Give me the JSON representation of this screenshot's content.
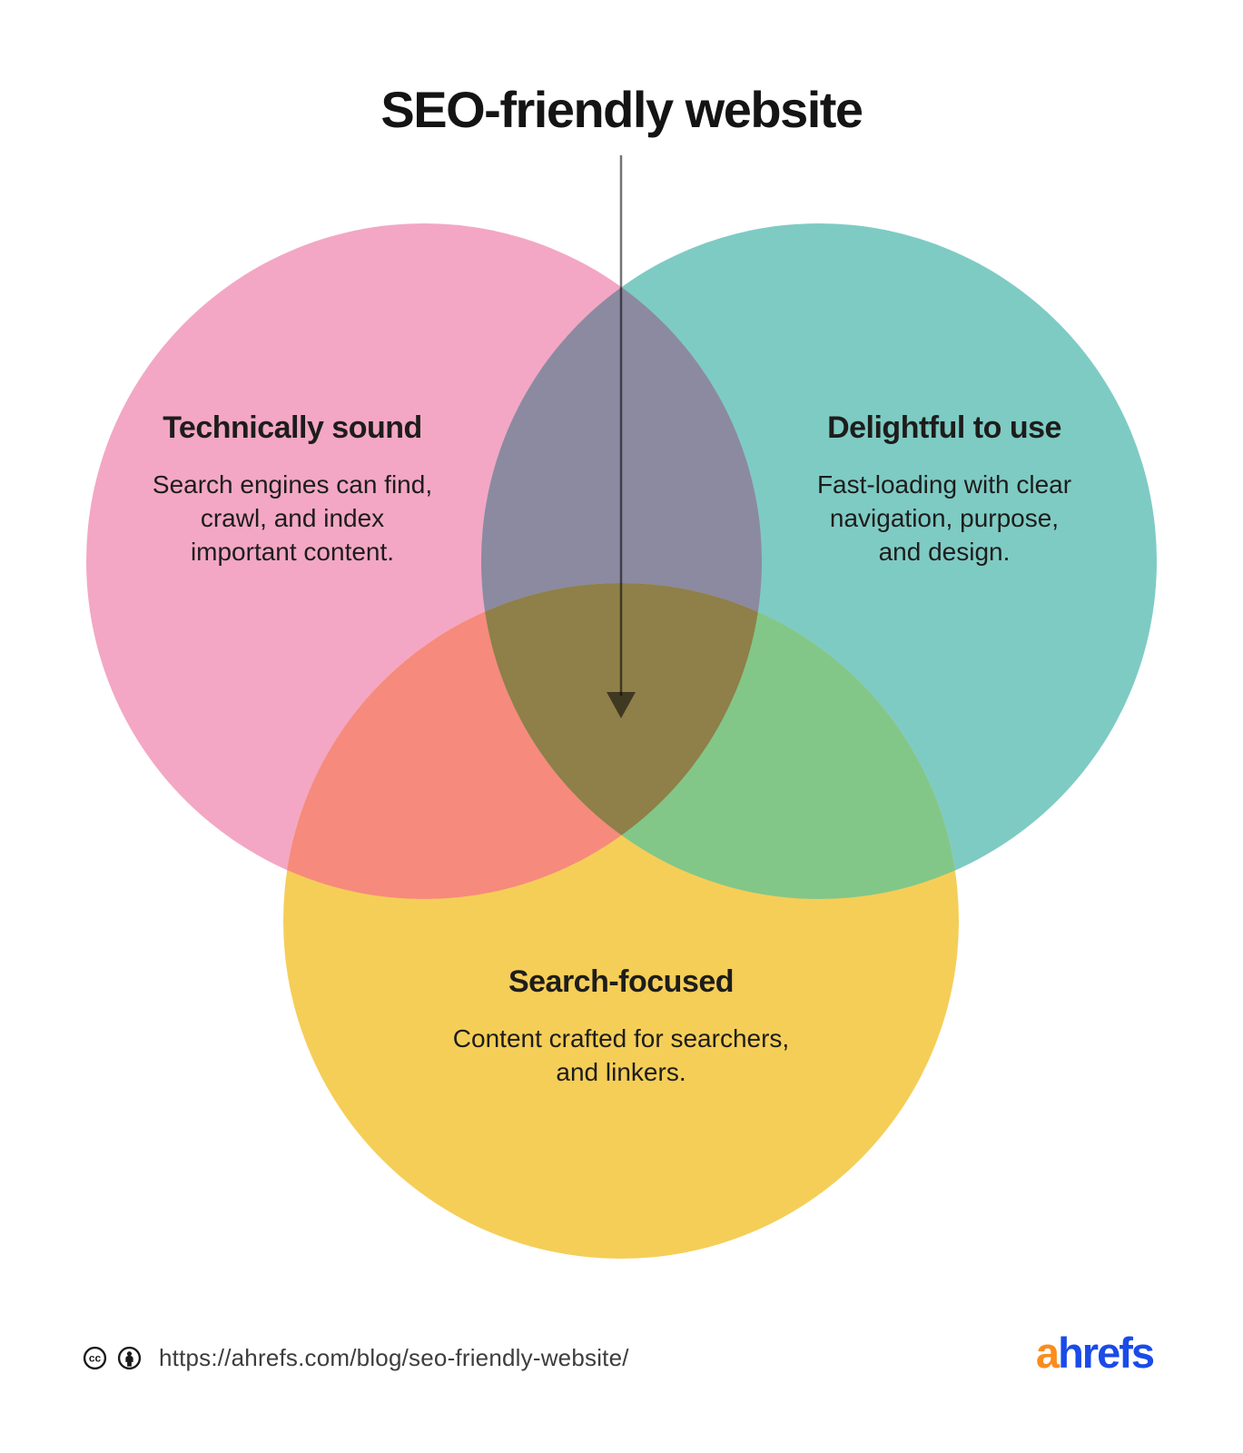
{
  "title": "SEO-friendly website",
  "colors": {
    "pink": "#F3A7C4",
    "teal": "#7ECBC4",
    "yellow": "#F5CE58",
    "overlap_pink_teal": "#8C8AA0",
    "overlap_pink_yellow": "#F68A7D",
    "overlap_teal_yellow": "#82C788",
    "overlap_center": "#8F7F49",
    "arrow": "rgba(0,0,0,0.55)",
    "text": "#1d1d1b"
  },
  "sections": {
    "technically_sound": {
      "heading": "Technically sound",
      "lines": [
        "Search engines can find,",
        "crawl, and index",
        "important content."
      ]
    },
    "delightful_to_use": {
      "heading": "Delightful to use",
      "lines": [
        "Fast-loading with clear",
        "navigation, purpose,",
        "and design."
      ]
    },
    "search_focused": {
      "heading": "Search-focused",
      "lines": [
        "Content crafted for searchers,",
        "and linkers."
      ]
    }
  },
  "footer": {
    "license_icons": [
      "cc-license-icon",
      "attribution-icon"
    ],
    "url": "https://ahrefs.com/blog/seo-friendly-website/"
  },
  "brand": {
    "first": "a",
    "rest": "hrefs",
    "orange": "#FB8C1E",
    "blue": "#1A4BE8"
  }
}
